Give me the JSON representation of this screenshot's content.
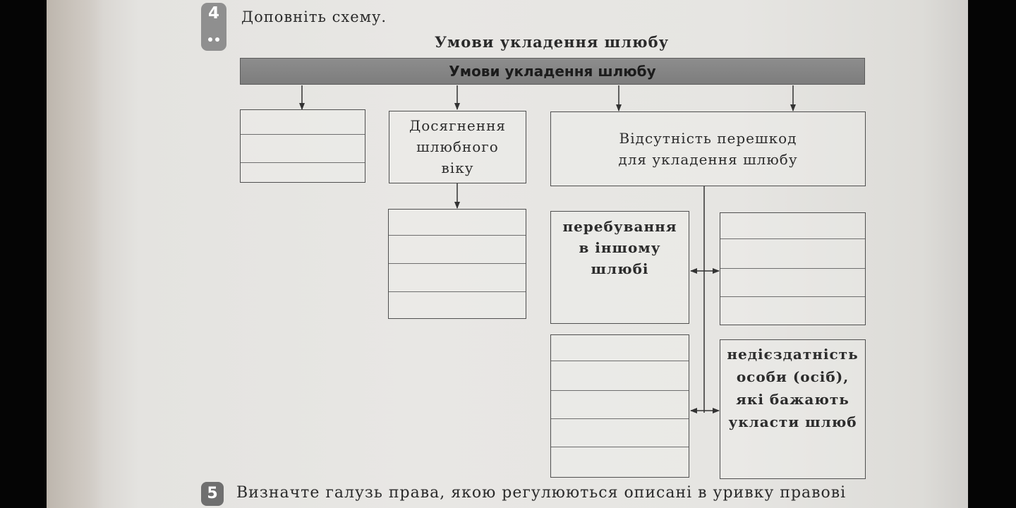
{
  "task4": {
    "number": "4",
    "instruction": "Доповніть схему."
  },
  "diagram": {
    "title": "Умови укладення шлюбу",
    "banner": "Умови укладення шлюбу",
    "box_age": "Досягнення\nшлюбного\nвіку",
    "box_obstacles": "Відсутність перешкод\nдля укладення шлюбу",
    "box_other_marriage": "перебування\nв іншому\nшлюбі",
    "box_incapacity": "недієздатність\nособи (осіб),\nякі бажають\nукласти шлюб"
  },
  "task5": {
    "number": "5",
    "instruction": "Визначте галузь права, якою регулюються описані в уривку правові"
  }
}
